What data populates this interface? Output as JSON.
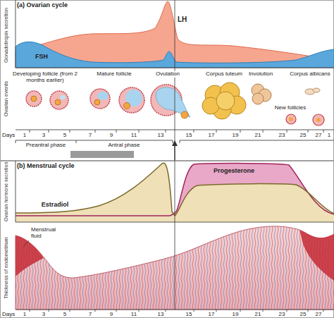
{
  "diagram": {
    "labels": [
      "(a) Ovarian cycle",
      "Gonadotropin secretion",
      "LH",
      "FSH",
      "Developing follicle (from 2 months earlier)",
      "Mature follicle",
      "Ovulation",
      "Corpus luteum",
      "Involution",
      "Corpus albicans",
      "Ovarian events",
      "New follicles",
      "Days",
      "1",
      "3",
      "5",
      "7",
      "9",
      "11",
      "13",
      "15",
      "17",
      "19",
      "21",
      "23",
      "25",
      "27",
      "1",
      "Preantral phase",
      "Antral phase",
      "(b) Menstrual cycle",
      "Ovarian hormone secretion",
      "Progesterone",
      "Estradiol",
      "Thickness of endometrium",
      "Menstrual fluid",
      "Days",
      "1",
      "3",
      "5",
      "7",
      "9",
      "11",
      "13",
      "15",
      "17",
      "19",
      "21",
      "23",
      "25",
      "27"
    ]
  }
}
